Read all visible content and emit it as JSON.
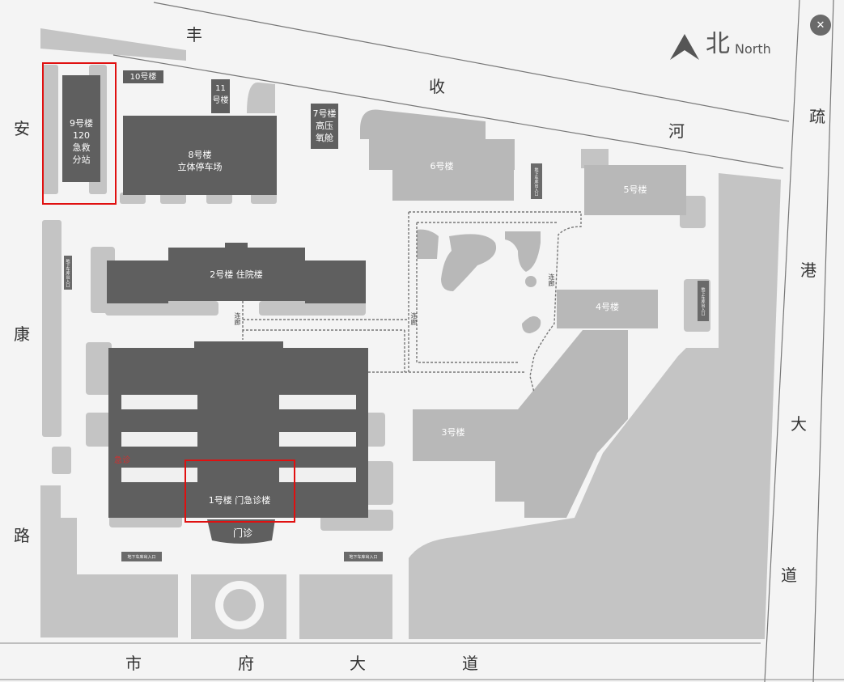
{
  "map": {
    "north_cn": "北",
    "north_en": "North",
    "close_icon": "close-icon"
  },
  "roads": {
    "fengshouhe": [
      "丰",
      "收",
      "河"
    ],
    "ankanglu": [
      "安",
      "康",
      "路"
    ],
    "shufudadao": [
      "市",
      "府",
      "大",
      "道"
    ],
    "shugangdadao": [
      "疏",
      "港",
      "大",
      "道"
    ]
  },
  "buildings": {
    "b9": "9号楼\n120\n急救\n分站",
    "b10": "10号楼",
    "b11": "11\n号楼",
    "b7": "7号楼\n高压\n氧舱",
    "b8": "8号楼\n立体停车场",
    "b6": "6号楼",
    "b5": "5号楼",
    "b2": "2号楼 住院楼",
    "b4": "4号楼",
    "b3": "3号楼",
    "b1": "1号楼 门急诊楼"
  },
  "labels": {
    "emergency": "急诊",
    "gate": "门诊",
    "corridor1": "连廊",
    "corridor2": "连廊",
    "corridor3": "连廊",
    "parking_entrance": "地下车库出入口"
  },
  "colors": {
    "dark_building": "#5f5f5f",
    "light_building": "#b8b8b8",
    "highlight": "#e01010"
  }
}
